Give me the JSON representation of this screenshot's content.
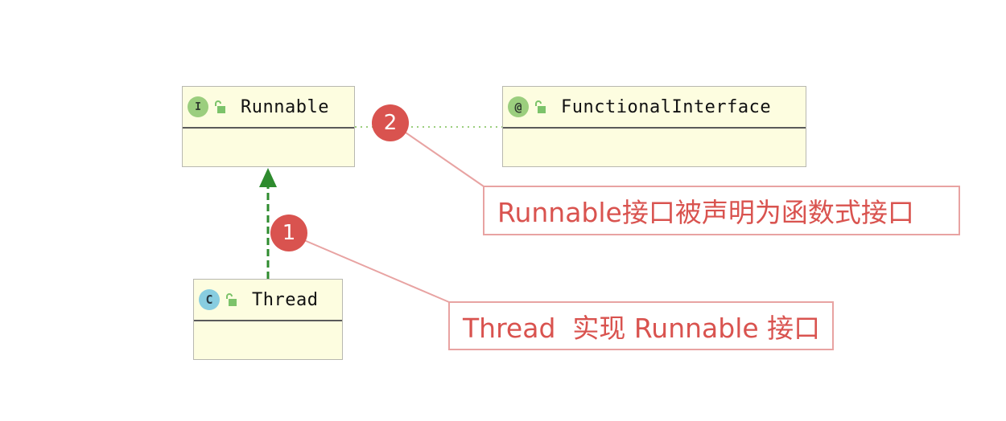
{
  "diagram": {
    "classes": [
      {
        "id": "runnable",
        "kind_icon_letter": "I",
        "kind_icon": "interface-icon",
        "visibility_icon": "open-lock-icon",
        "name": "Runnable"
      },
      {
        "id": "functional",
        "kind_icon_letter": "@",
        "kind_icon": "annotation-icon",
        "visibility_icon": "open-lock-icon",
        "name": "FunctionalInterface"
      },
      {
        "id": "thread",
        "kind_icon_letter": "C",
        "kind_icon": "class-icon",
        "visibility_icon": "open-lock-icon",
        "name": "Thread"
      }
    ],
    "relations": [
      {
        "from": "Thread",
        "to": "Runnable",
        "style": "dashed",
        "arrow": "filled-triangle",
        "color": "#2e8b2e"
      },
      {
        "from": "Runnable",
        "to": "FunctionalInterface",
        "style": "dotted",
        "color": "#9bce7e"
      }
    ],
    "badges": [
      "1",
      "2"
    ],
    "notes": [
      {
        "badge": "2",
        "text": "Runnable接口被声明为函数式接口"
      },
      {
        "badge": "1",
        "text": "Thread  实现 Runnable 接口"
      }
    ],
    "colors": {
      "class_fill": "#fdfde0",
      "class_border": "#b8b8b0",
      "badge": "#d9534f",
      "note_text": "#d9534f",
      "note_border": "#e8a3a2",
      "leader_line": "#e8a3a2"
    }
  }
}
